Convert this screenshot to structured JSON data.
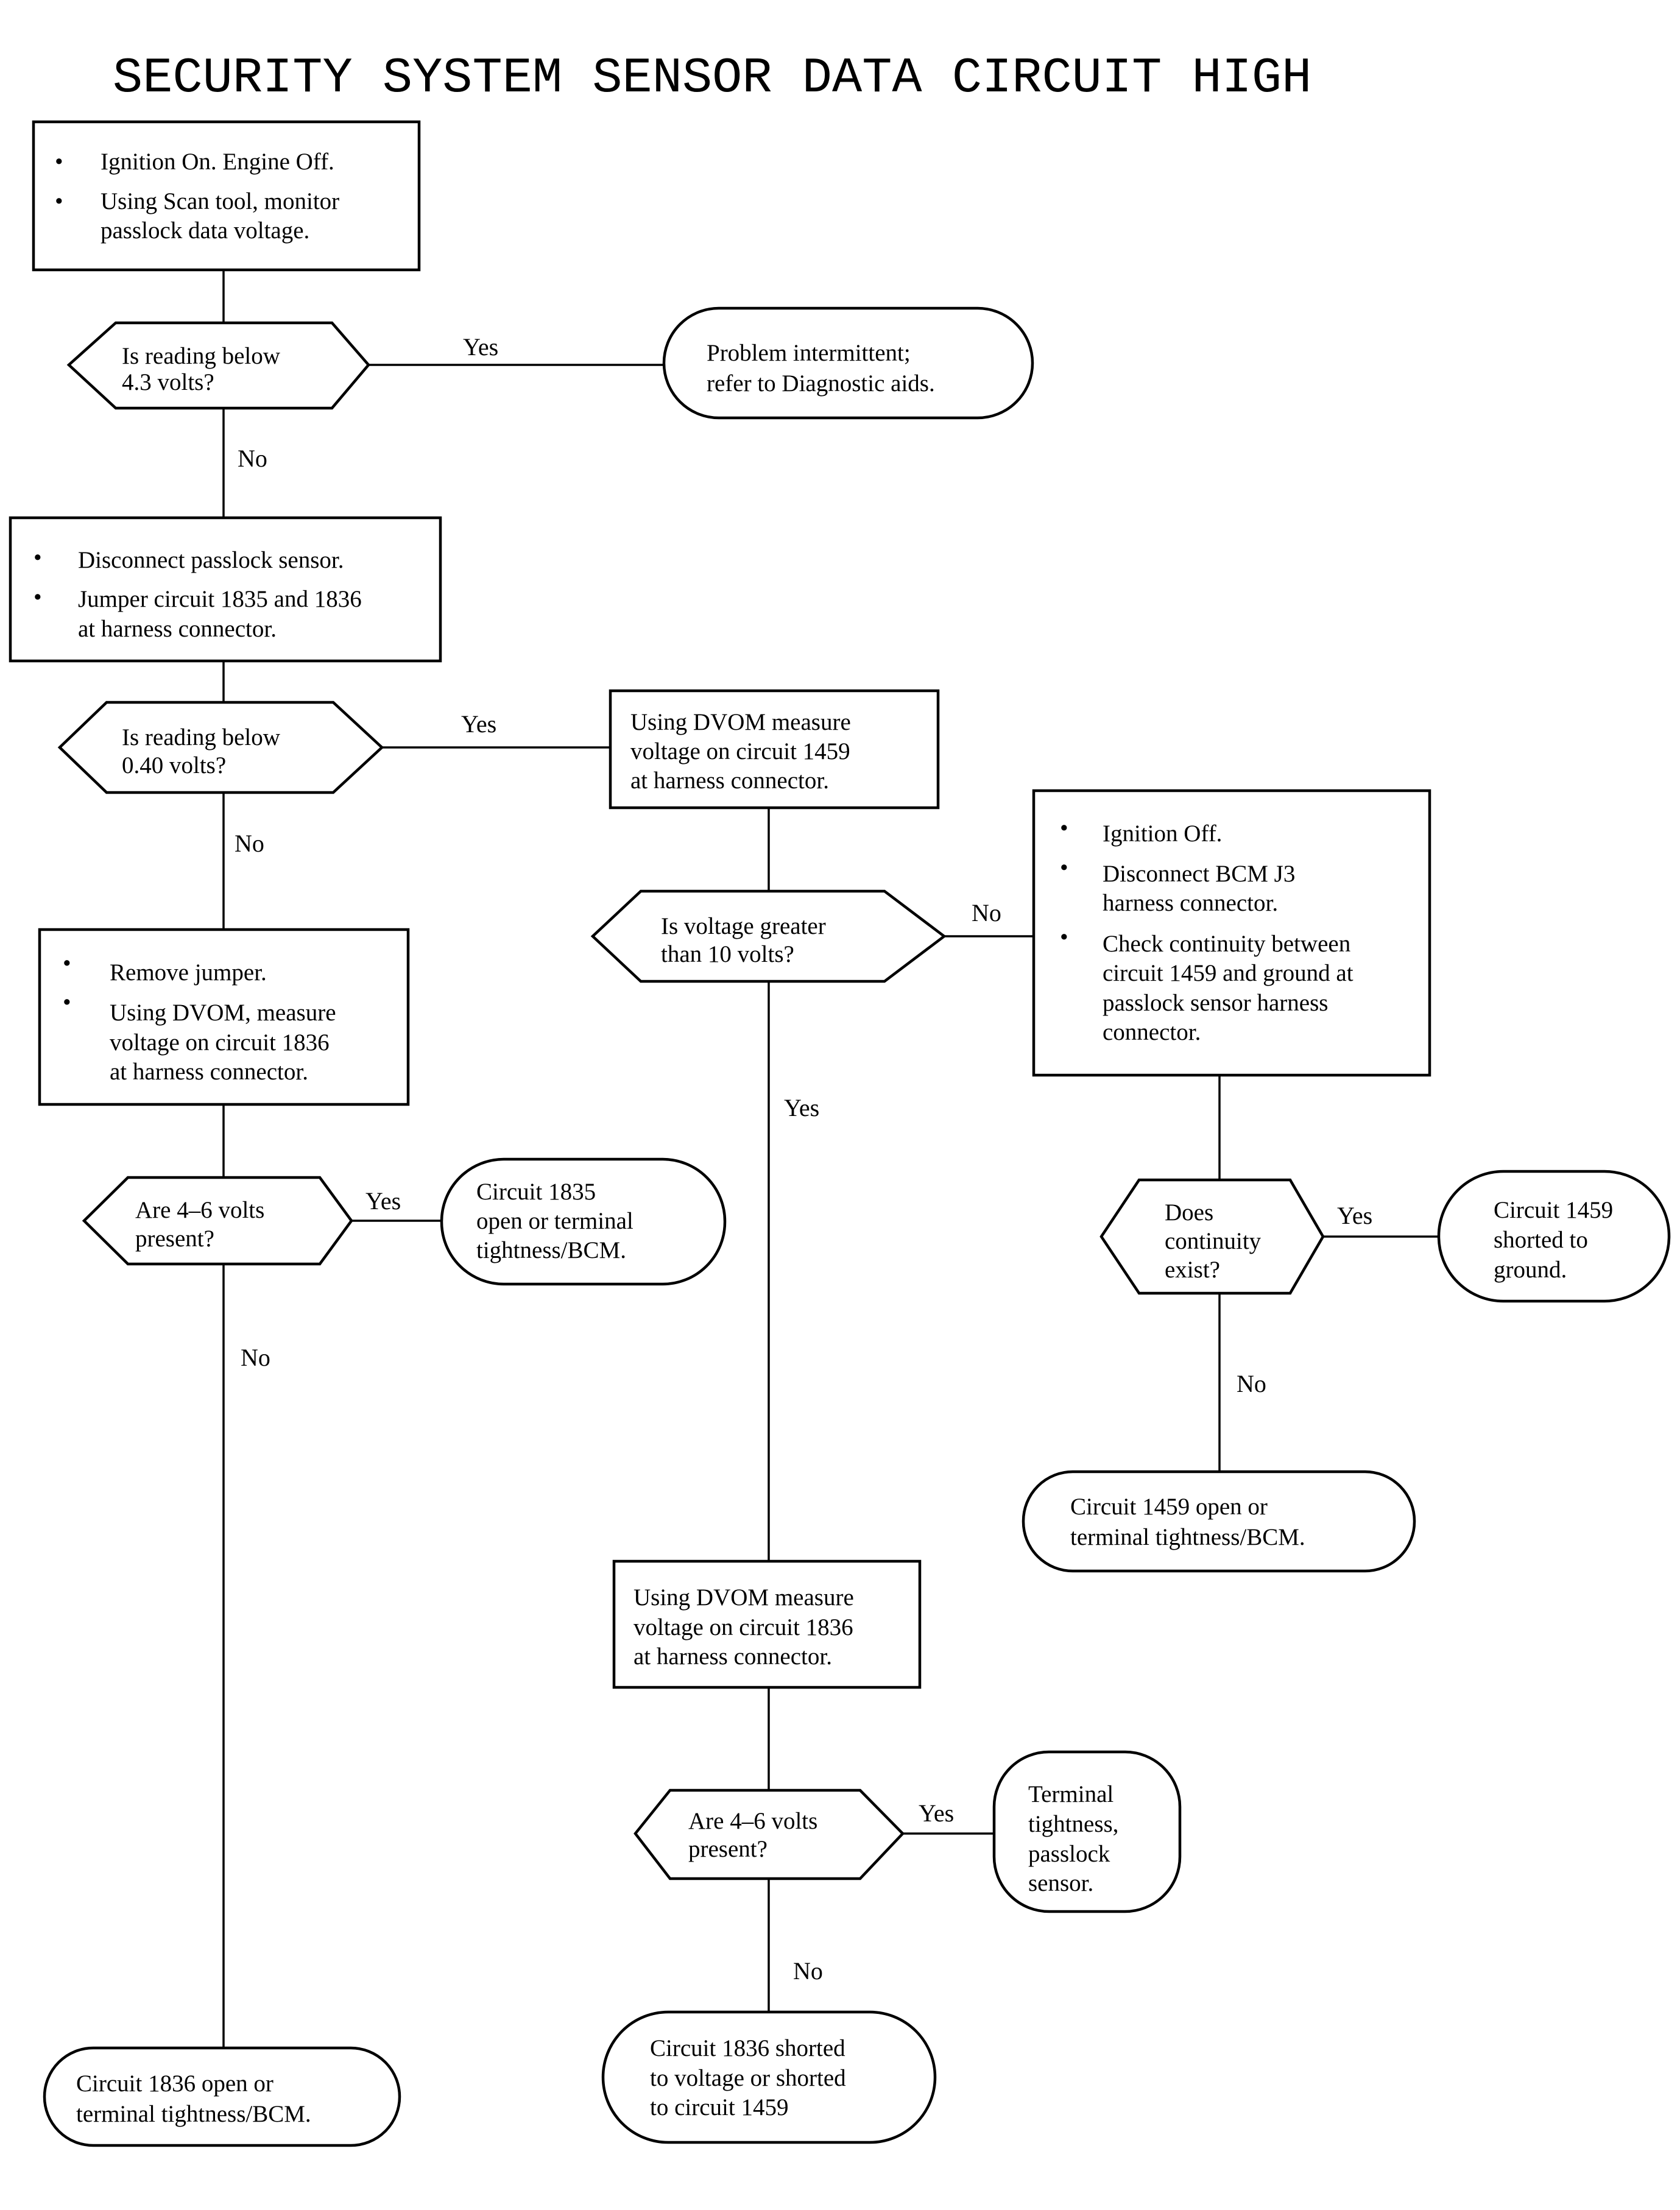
{
  "title": "SECURITY SYSTEM SENSOR DATA CIRCUIT HIGH",
  "colors": {
    "ink": "#000000",
    "background": "#ffffff"
  },
  "nodes": {
    "step1": {
      "bullets": [
        "Ignition On. Engine Off.",
        "Using Scan tool, monitor",
        "passlock data voltage."
      ]
    },
    "q1": {
      "lines": [
        "Is reading below",
        "4.3 volts?"
      ]
    },
    "end_intermittent": {
      "lines": [
        "Problem intermittent;",
        "refer to Diagnostic aids."
      ]
    },
    "step2": {
      "bullets": [
        "Disconnect passlock  sensor.",
        "Jumper circuit 1835 and 1836",
        "at harness connector."
      ]
    },
    "q2": {
      "lines": [
        "Is reading below",
        "0.40 volts?"
      ]
    },
    "step_1459": {
      "lines": [
        "Using DVOM measure",
        "voltage on circuit 1459",
        "at harness connector."
      ]
    },
    "step3": {
      "bullets": [
        "Remove jumper.",
        "Using DVOM, measure",
        "voltage on circuit 1836",
        "at harness connector."
      ]
    },
    "q_10v": {
      "lines": [
        "Is voltage greater",
        "than 10 volts?"
      ]
    },
    "step_ign_off": {
      "bullets": [
        "Ignition Off.",
        "Disconnect BCM J3",
        "harness connector.",
        "Check continuity between",
        "circuit 1459 and ground at",
        "passlock sensor  harness",
        "connector."
      ]
    },
    "q3": {
      "lines": [
        "Are 4–6 volts",
        "present?"
      ]
    },
    "end_1835": {
      "lines": [
        "Circuit 1835",
        "open or terminal",
        "tightness/BCM."
      ]
    },
    "q_cont": {
      "lines": [
        "Does",
        "continuity",
        "exist?"
      ]
    },
    "end_1459_short": {
      "lines": [
        "Circuit 1459",
        "shorted to",
        "ground."
      ]
    },
    "end_1459_open": {
      "lines": [
        "Circuit 1459 open or",
        "terminal tightness/BCM."
      ]
    },
    "step_1836": {
      "lines": [
        "Using DVOM measure",
        "voltage on circuit 1836",
        "at harness connector."
      ]
    },
    "q4": {
      "lines": [
        "Are 4–6 volts",
        "present?"
      ]
    },
    "end_terminal": {
      "lines": [
        "Terminal",
        "tightness,",
        "passlock",
        "sensor."
      ]
    },
    "end_1836_short": {
      "lines": [
        "Circuit 1836 shorted",
        "to voltage or shorted",
        "to circuit 1459"
      ]
    },
    "end_1836_open": {
      "lines": [
        "Circuit 1836 open or",
        "terminal tightness/BCM."
      ]
    }
  },
  "edge_labels": {
    "q1_yes": "Yes",
    "q1_no": "No",
    "q2_yes": "Yes",
    "q2_no": "No",
    "q10_no": "No",
    "q10_yes": "Yes",
    "q3_yes": "Yes",
    "q3_no": "No",
    "qc_yes": "Yes",
    "qc_no": "No",
    "q4_yes": "Yes",
    "q4_no": "No"
  }
}
